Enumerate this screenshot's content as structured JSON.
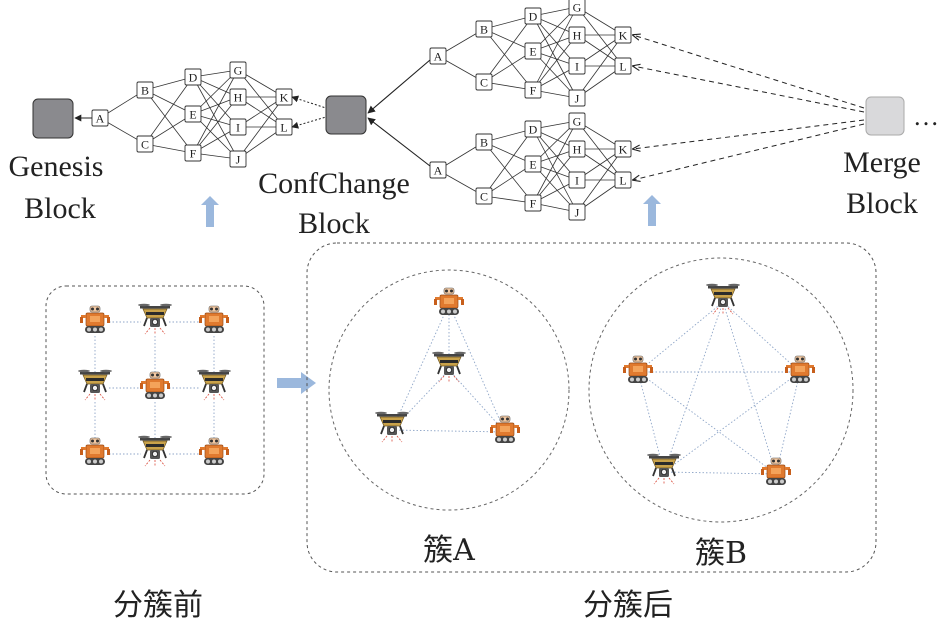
{
  "blockchain": {
    "genesis": [
      "Genesis",
      "Block"
    ],
    "confchange": [
      "ConfChange",
      "Block"
    ],
    "merge": [
      "Merge",
      "Block"
    ],
    "ellipsis": "…",
    "dag_nodes": [
      "A",
      "B",
      "C",
      "D",
      "E",
      "F",
      "G",
      "H",
      "I",
      "J",
      "K",
      "L"
    ]
  },
  "clusters": {
    "before_label": "分簇前",
    "after_label": "分簇后",
    "cluster_a_label": "簇A",
    "cluster_b_label": "簇B"
  },
  "colors": {
    "block_gray": "#8a8a8e",
    "block_light": "#d9d9db",
    "arrow_blue": "#9bb8dd",
    "robot_orange": "#e07a2f",
    "drone_gold": "#c9a24a",
    "dotted_line": "#8fa6c8"
  },
  "icons": [
    "ground-robot-icon",
    "drone-robot-icon"
  ]
}
